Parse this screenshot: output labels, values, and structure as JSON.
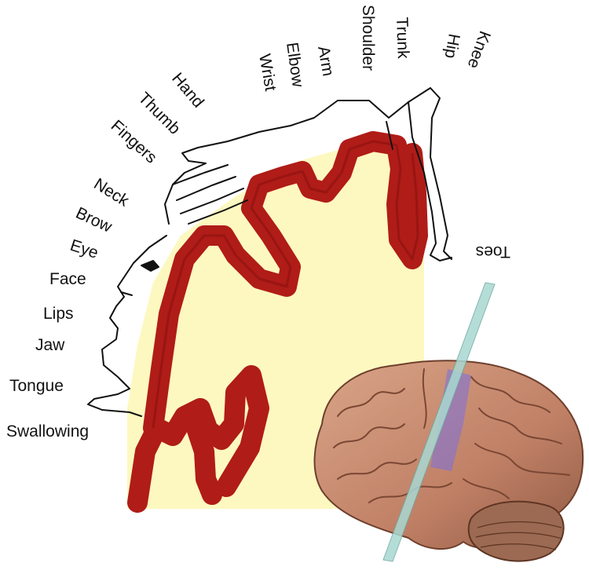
{
  "labels": {
    "swallowing": "Swallowing",
    "tongue": "Tongue",
    "jaw": "Jaw",
    "lips": "Lips",
    "face": "Face",
    "eye": "Eye",
    "brow": "Brow",
    "neck": "Neck",
    "fingers": "Fingers",
    "thumb": "Thumb",
    "hand": "Hand",
    "wrist": "Wrist",
    "elbow": "Elbow",
    "arm": "Arm",
    "shoulder": "Shoulder",
    "trunk": "Trunk",
    "hip": "Hip",
    "knee": "Knee",
    "toes": "Toes"
  },
  "colors": {
    "cortex": "#b01c18",
    "white_matter": "#fdf8c0",
    "brain": "#c98d73",
    "slice_plane": "#a9d8d2",
    "slice_highlight": "#7a6fe0"
  }
}
